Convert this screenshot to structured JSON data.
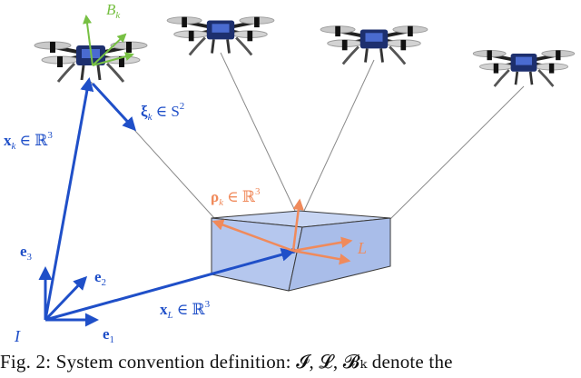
{
  "labels": {
    "body_frame": "B",
    "body_frame_sub": "k",
    "xi_main": "ξ",
    "xi_sub": "k",
    "xi_set": "∈ S",
    "xi_sup": "2",
    "xk_main": "x",
    "xk_sub": "k",
    "xk_set": "∈ ℝ",
    "xk_sup": "3",
    "rho_main": "ρ",
    "rho_sub": "k",
    "rho_set": "∈ ℝ",
    "rho_sup": "3",
    "load_frame": "L",
    "e1": "e",
    "e1_sub": "1",
    "e2": "e",
    "e2_sub": "2",
    "e3": "e",
    "e3_sub": "3",
    "inertial_frame": "I",
    "xL_main": "x",
    "xL_sub": "L",
    "xL_set": "∈ ℝ",
    "xL_sup": "3"
  },
  "caption": "Fig. 2: System convention definition: 𝓘, 𝓛, 𝓑ₖ denote the",
  "colors": {
    "blue": "#1f4fc8",
    "orange": "#f08a5b",
    "green": "#77c043",
    "box_face": "#b5c7ee",
    "box_edge": "#3a3a3a",
    "cable": "#8a8a8a"
  }
}
